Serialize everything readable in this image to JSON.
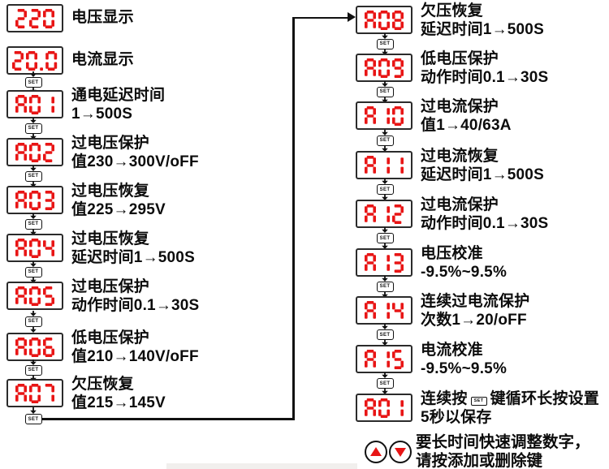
{
  "colors": {
    "segment_red": "#e81515",
    "line_black": "#111111",
    "box_border": "#2b2b2b"
  },
  "set_key": {
    "label": "SET"
  },
  "left_column": {
    "items": [
      {
        "display": "220",
        "lines": [
          "电压显示"
        ],
        "set_after": false
      },
      {
        "display": "20.0",
        "lines": [
          "电流显示"
        ],
        "set_after": true
      },
      {
        "display": "A01",
        "lines": [
          "通电延迟时间",
          "1→500S"
        ],
        "set_after": true
      },
      {
        "display": "A02",
        "lines": [
          "过电压保护",
          "值230→300V/oFF"
        ],
        "set_after": true
      },
      {
        "display": "A03",
        "lines": [
          "过电压恢复",
          "值225→295V"
        ],
        "set_after": true
      },
      {
        "display": "A04",
        "lines": [
          "过电压恢复",
          "延迟时间1→500S"
        ],
        "set_after": true
      },
      {
        "display": "A05",
        "lines": [
          "过电压保护",
          "动作时间0.1→30S"
        ],
        "set_after": true
      },
      {
        "display": "A06",
        "lines": [
          "低电压保护",
          "值210→140V/oFF"
        ],
        "set_after": true
      },
      {
        "display": "A07",
        "lines": [
          "欠压恢复",
          "值215→145V"
        ],
        "set_after": true
      }
    ]
  },
  "right_column": {
    "items": [
      {
        "display": "A08",
        "lines": [
          "欠压恢复",
          "延迟时间1→500S"
        ],
        "set_after": true
      },
      {
        "display": "A09",
        "lines": [
          "低电压保护",
          "动作时间0.1→30S"
        ],
        "set_after": true
      },
      {
        "display": "A10",
        "lines": [
          "过电流保护",
          "值1→40/63A"
        ],
        "set_after": true
      },
      {
        "display": "A11",
        "lines": [
          "过电流恢复",
          "延迟时间1→500S"
        ],
        "set_after": true
      },
      {
        "display": "A12",
        "lines": [
          "过电流保护",
          "动作时间0.1→30S"
        ],
        "set_after": true
      },
      {
        "display": "A13",
        "lines": [
          "电压校准",
          "-9.5%~9.5%"
        ],
        "set_after": true
      },
      {
        "display": "A14",
        "lines": [
          "连续过电流保护",
          "次数1→20/oFF"
        ],
        "set_after": true
      },
      {
        "display": "A15",
        "lines": [
          "电流校准",
          "-9.5%~9.5%"
        ],
        "set_after": true
      },
      {
        "display": "A01",
        "line1_parts": [
          "连续按",
          "SET",
          "键循环长按设置"
        ],
        "lines": [
          "5秒以保存"
        ],
        "set_after": false
      }
    ]
  },
  "footer": {
    "keys": [
      {
        "icon": "up-triangle-icon",
        "name": "add-key"
      },
      {
        "icon": "down-triangle-icon",
        "name": "delete-key"
      }
    ],
    "note_lines": [
      "要长时间快速调整数字，",
      "请按添加或删除键"
    ]
  }
}
